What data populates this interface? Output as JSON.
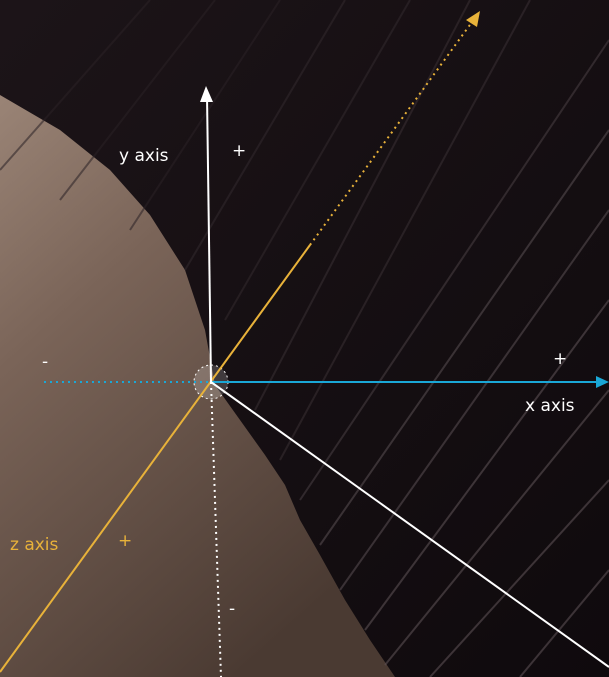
{
  "labels": {
    "y_axis": "y axis",
    "y_plus": "+",
    "y_minus": "-",
    "x_axis": "x axis",
    "x_plus": "+",
    "x_minus": "-",
    "z_axis": "z axis",
    "z_plus": "+"
  },
  "colors": {
    "y_axis": "#ffffff",
    "x_axis": "#1aa7d6",
    "z_axis": "#e8b23a",
    "background_dark": "#160f12",
    "background_surface": "#6a5548"
  }
}
